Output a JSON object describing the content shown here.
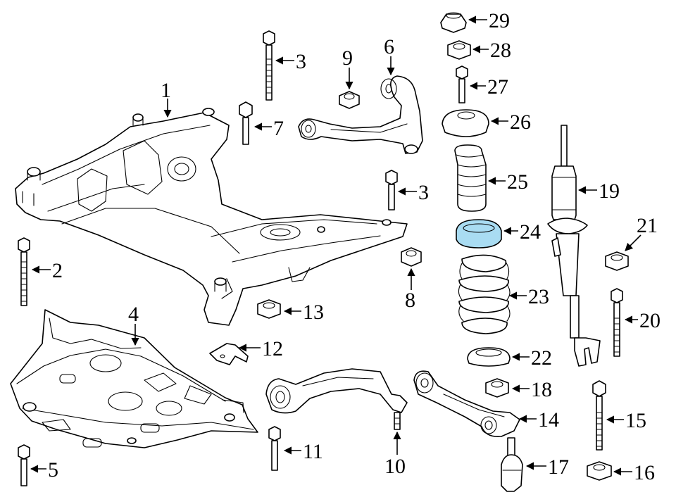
{
  "callouts": [
    {
      "id": "1",
      "label": "1"
    },
    {
      "id": "2",
      "label": "2"
    },
    {
      "id": "3a",
      "label": "3"
    },
    {
      "id": "3b",
      "label": "3"
    },
    {
      "id": "4",
      "label": "4"
    },
    {
      "id": "5",
      "label": "5"
    },
    {
      "id": "6",
      "label": "6"
    },
    {
      "id": "7",
      "label": "7"
    },
    {
      "id": "8",
      "label": "8"
    },
    {
      "id": "9",
      "label": "9"
    },
    {
      "id": "10",
      "label": "10"
    },
    {
      "id": "11",
      "label": "11"
    },
    {
      "id": "12",
      "label": "12"
    },
    {
      "id": "13",
      "label": "13"
    },
    {
      "id": "14",
      "label": "14"
    },
    {
      "id": "15",
      "label": "15"
    },
    {
      "id": "16",
      "label": "16"
    },
    {
      "id": "17",
      "label": "17"
    },
    {
      "id": "18",
      "label": "18"
    },
    {
      "id": "19",
      "label": "19"
    },
    {
      "id": "20",
      "label": "20"
    },
    {
      "id": "21",
      "label": "21"
    },
    {
      "id": "22",
      "label": "22"
    },
    {
      "id": "23",
      "label": "23"
    },
    {
      "id": "24",
      "label": "24"
    },
    {
      "id": "25",
      "label": "25"
    },
    {
      "id": "26",
      "label": "26"
    },
    {
      "id": "27",
      "label": "27"
    },
    {
      "id": "28",
      "label": "28"
    },
    {
      "id": "29",
      "label": "29"
    }
  ],
  "highlight_color": "#a9dcf2",
  "line_color": "#000000",
  "background_color": "#ffffff"
}
